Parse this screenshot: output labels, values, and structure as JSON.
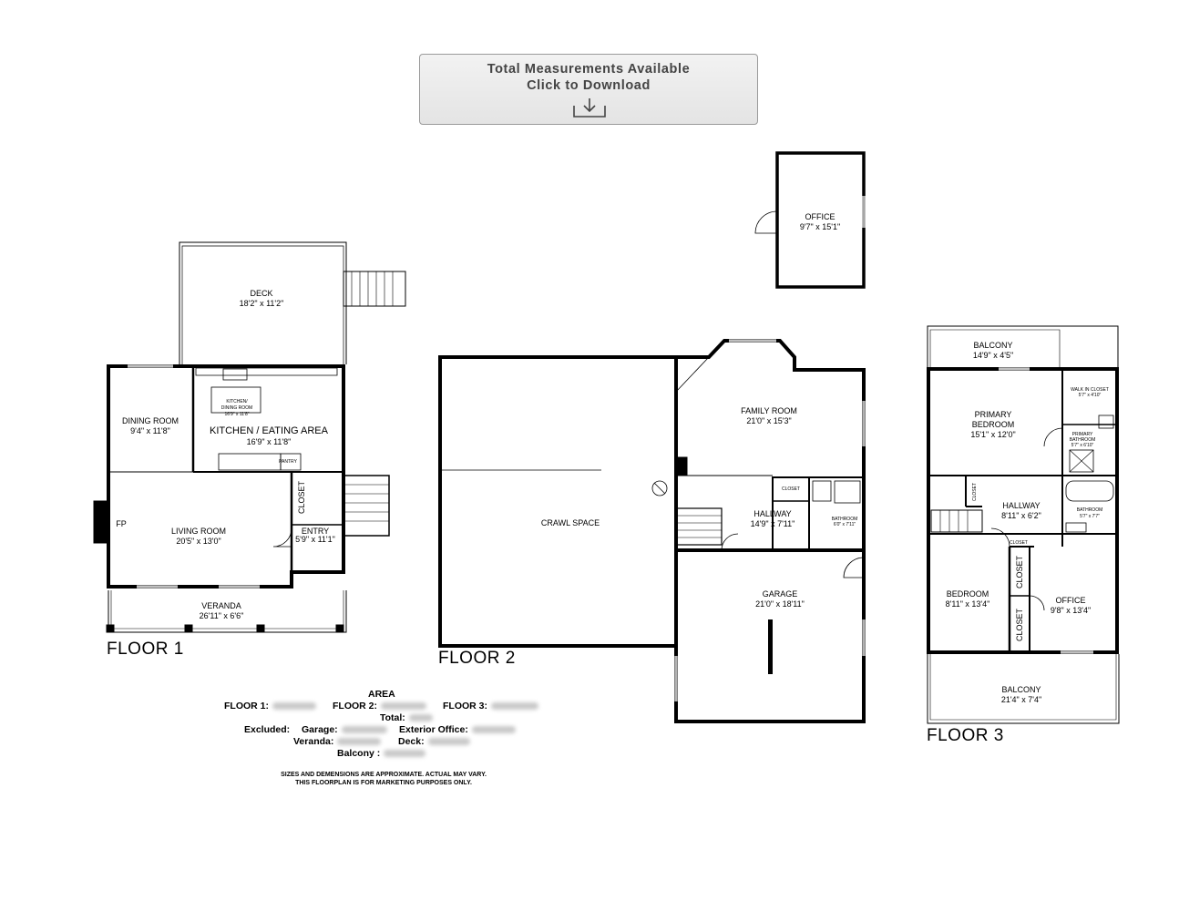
{
  "download": {
    "line1": "Total Measurements Available",
    "line2": "Click to Download",
    "icon": "download-icon"
  },
  "floors": {
    "floor1": "FLOOR 1",
    "floor2": "FLOOR 2",
    "floor3": "FLOOR 3"
  },
  "rooms": {
    "office_ext": {
      "name": "OFFICE",
      "dim": "9'7\" x 15'1\""
    },
    "deck": {
      "name": "DECK",
      "dim": "18'2\" x 11'2\""
    },
    "dining": {
      "name": "DINING ROOM",
      "dim": "9'4\" x 11'8\""
    },
    "kitchen_small": {
      "name1": "KITCHEN/",
      "name2": "DINING ROOM",
      "dim": "16'9\" x 11'8\""
    },
    "kitchen": {
      "name": "KITCHEN / EATING AREA",
      "dim": "16'9\" x 11'8\""
    },
    "pantry": "PANTRY",
    "fp": "FP",
    "living": {
      "name": "LIVING ROOM",
      "dim": "20'5\" x 13'0\""
    },
    "closet1": "CLOSET",
    "entry": {
      "name": "ENTRY",
      "dim": "5'9\" x 11'1\""
    },
    "veranda": {
      "name": "VERANDA",
      "dim": "26'11\" x 6'6\""
    },
    "crawl": "CRAWL SPACE",
    "family": {
      "name": "FAMILY ROOM",
      "dim": "21'0\" x 15'3\""
    },
    "closet2": "CLOSET",
    "hallway2": {
      "name": "HALLWAY",
      "dim": "14'9\" x 7'11\""
    },
    "bath2": {
      "name": "BATHROOM",
      "dim": "6'0\" x 7'11\""
    },
    "garage": {
      "name": "GARAGE",
      "dim": "21'0\" x 18'11\""
    },
    "balcony_top": {
      "name": "BALCONY",
      "dim": "14'9\" x 4'5\""
    },
    "primary_bed": {
      "name1": "PRIMARY",
      "name2": "BEDROOM",
      "dim": "15'1\" x 12'0\""
    },
    "walkin": {
      "name": "WALK IN CLOSET",
      "dim": "5'7\" x 4'10\""
    },
    "primary_bath": {
      "name1": "PRIMARY",
      "name2": "BATHROOM",
      "dim": "5'7\" x 6'10\""
    },
    "closet3a": "CLOSET",
    "hallway3": {
      "name": "HALLWAY",
      "dim": "8'11\" x 6'2\""
    },
    "bath3": {
      "name": "BATHROOM",
      "dim": "5'7\" x 7'7\""
    },
    "closet3b": "CLOSET",
    "closet3c": "CLOSET",
    "closet3d": "CLOSET",
    "bedroom": {
      "name": "BEDROOM",
      "dim": "8'11\" x 13'4\""
    },
    "office3": {
      "name": "OFFICE",
      "dim": "9'8\" x 13'4\""
    },
    "balcony_bottom": {
      "name": "BALCONY",
      "dim": "21'4\" x 7'4\""
    }
  },
  "area": {
    "title": "AREA",
    "floor1": "FLOOR 1:",
    "floor2": "FLOOR 2:",
    "floor3": "FLOOR 3:",
    "total": "Total:",
    "excluded": "Excluded:",
    "garage": "Garage:",
    "exterior_office": "Exterior Office:",
    "veranda": "Veranda:",
    "deck": "Deck:",
    "balcony": "Balcony :"
  },
  "disclaimer": {
    "line1": "SIZES AND DEMENSIONS ARE APPROXIMATE. ACTUAL MAY VARY.",
    "line2": "THIS FLOORPLAN IS FOR MARKETING PURPOSES ONLY."
  }
}
